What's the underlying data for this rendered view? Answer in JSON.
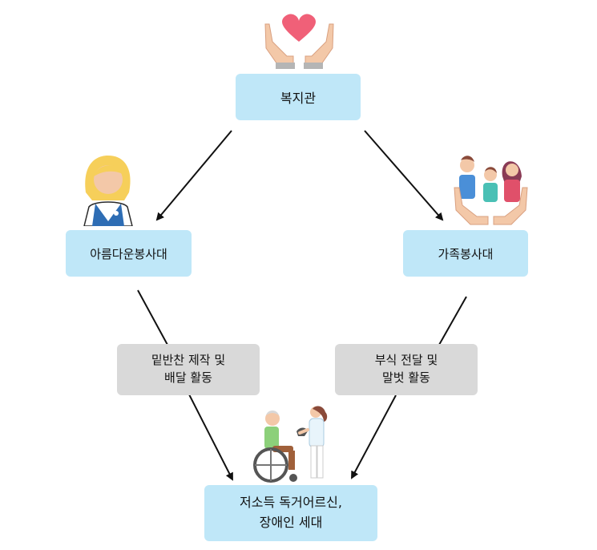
{
  "nodes": {
    "top": "복지관",
    "left": "아름다운봉사대",
    "right": "가족봉사대",
    "bottom": "저소득 독거어르신,\n장애인 세대"
  },
  "edge_labels": {
    "left": "밑반찬 제작 및\n배달 활동",
    "right": "부식 전달 및\n말벗 활동"
  },
  "icons": {
    "top": "heart-hands-icon",
    "left": "volunteer-woman-icon",
    "right": "family-care-icon",
    "bottom": "caregiver-wheelchair-icon"
  },
  "colors": {
    "node_fill": "#bfe7f8",
    "label_fill": "#d9d9d9",
    "arrow": "#111111"
  }
}
